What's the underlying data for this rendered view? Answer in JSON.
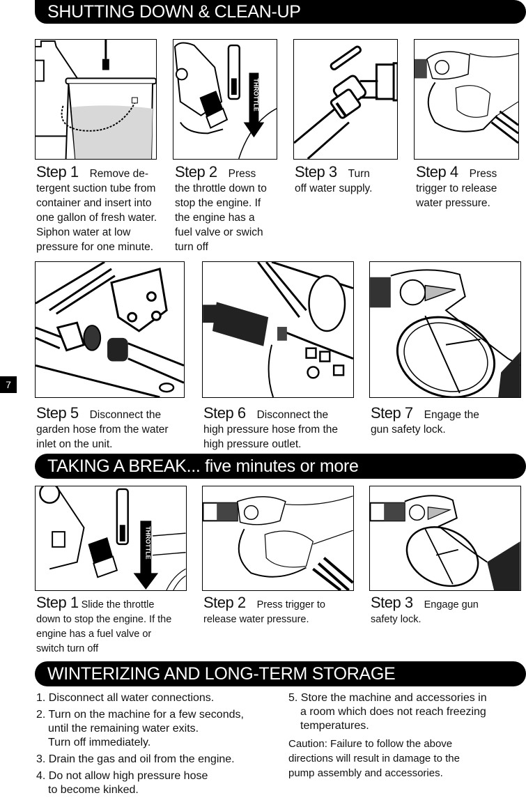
{
  "page_number": "7",
  "sections": {
    "shutdown": {
      "title": "SHUTTING DOWN & CLEAN-UP",
      "steps": [
        {
          "label": "Step 1",
          "text": "Remove de-tergent suction tube from container and insert into one gallon of fresh water. Siphon water at low pressure for one minute.",
          "lead": "Remove de-",
          "lines": [
            "tergent suction tube from",
            "container and insert into",
            "one gallon of fresh water.",
            "Siphon water at low",
            "pressure for one minute."
          ],
          "illustration": "bucket-and-suction-tube"
        },
        {
          "label": "Step 2",
          "lead": "Press",
          "lines": [
            "the throttle down to",
            "stop the engine. If",
            "the engine has a",
            "fuel valve or swich",
            "turn off"
          ],
          "illustration": "throttle-lever",
          "illustration_text": "THROTTLE"
        },
        {
          "label": "Step 3",
          "lead": "Turn",
          "lines": [
            "off water supply."
          ],
          "illustration": "water-faucet"
        },
        {
          "label": "Step 4",
          "lead": "Press",
          "lines": [
            "trigger to release",
            "water pressure."
          ],
          "illustration": "hand-pressing-trigger"
        },
        {
          "label": "Step 5",
          "lead": "Disconnect the",
          "lines": [
            "garden hose from the water",
            "inlet on the unit."
          ],
          "illustration": "garden-hose-inlet"
        },
        {
          "label": "Step 6",
          "lead": "Disconnect the",
          "lines": [
            "high pressure hose from the",
            "high pressure outlet."
          ],
          "illustration": "high-pressure-outlet"
        },
        {
          "label": "Step 7",
          "lead": "Engage the",
          "lines": [
            "gun safety lock."
          ],
          "illustration": "spray-gun-safety-lock"
        }
      ]
    },
    "break": {
      "title": "TAKING A BREAK... five minutes or more",
      "steps": [
        {
          "label": "Step 1",
          "lead": "Slide the throttle",
          "lines": [
            "down to stop the engine.  If the",
            "engine has a fuel valve or",
            "switch turn off"
          ],
          "illustration": "throttle-lever",
          "illustration_text": "THROTTLE"
        },
        {
          "label": "Step 2",
          "lead": "Press trigger to",
          "lines": [
            "release water pressure."
          ],
          "illustration": "hand-pressing-trigger"
        },
        {
          "label": "Step 3",
          "lead": "Engage gun",
          "lines": [
            "safety lock."
          ],
          "illustration": "spray-gun-safety-lock"
        }
      ]
    },
    "winterizing": {
      "title": "WINTERIZING AND LONG-TERM STORAGE",
      "items": [
        {
          "num": "1.",
          "lines": [
            "Disconnect all water connections."
          ]
        },
        {
          "num": "2.",
          "lines": [
            "Turn on the machine for a few seconds,",
            "until the remaining water exits.",
            "Turn off immediately."
          ]
        },
        {
          "num": "3.",
          "lines": [
            "Drain the gas and oil from the engine."
          ]
        },
        {
          "num": "4.",
          "lines": [
            "Do not allow high pressure hose",
            "to become kinked."
          ]
        },
        {
          "num": "5.",
          "lines": [
            "Store the machine and accessories in",
            "a room which does not reach freezing",
            "temperatures."
          ]
        }
      ],
      "caution": [
        "Caution: Failure to follow the above",
        "directions will result in damage to the",
        "pump assembly and accessories."
      ]
    }
  }
}
